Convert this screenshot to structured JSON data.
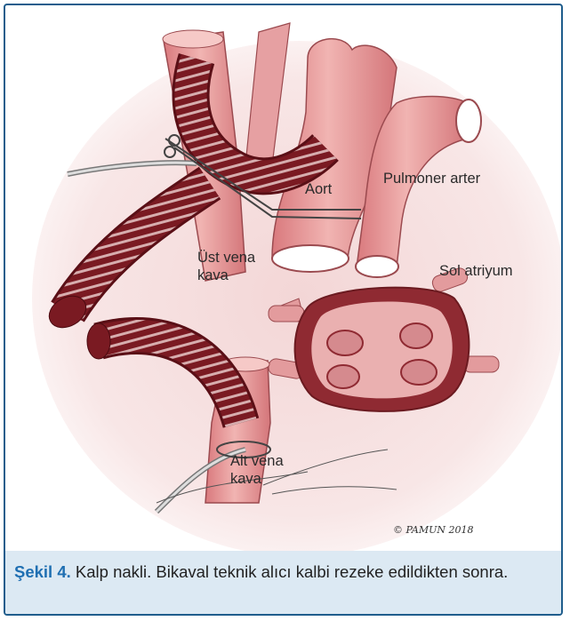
{
  "figure": {
    "labels": {
      "aort": "Aort",
      "pulmoner_arter": "Pulmoner arter",
      "ust_vena_line1": "Üst vena",
      "ust_vena_line2": "kava",
      "sol_atriyum": "Sol atriyum",
      "alt_vena_line1": "Alt vena",
      "alt_vena_line2": "kava"
    },
    "signature": "© PAMUN 2018"
  },
  "caption": {
    "label": "Şekil 4.",
    "text": " Kalp nakli. Bikaval teknik alıcı kalbi rezeke edildikten sonra."
  },
  "colors": {
    "border": "#1f5d8c",
    "caption_background": "#dce9f3",
    "caption_label": "#1f6fb2",
    "vessel_pink": "#e9a3a3",
    "graft_dark_red": "#7a1a22"
  }
}
